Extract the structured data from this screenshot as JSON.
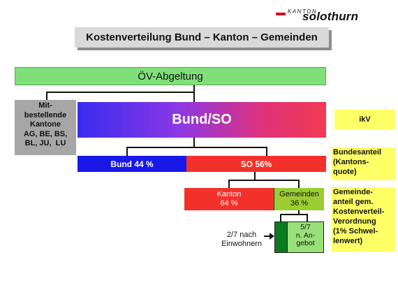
{
  "logo": {
    "kanton": "KANTON",
    "name": "solothurn"
  },
  "title": "Kostenverteilung Bund – Kanton – Gemeinden",
  "boxes": {
    "ov_abgeltung": "ÖV-Abgeltung",
    "mitbestellende": [
      "Mit-",
      "bestellende",
      "Kantone",
      "AG, BE, BS,",
      "BL, JU,  LU"
    ],
    "bund_so": "Bund/SO",
    "bund_44": "Bund 44 %",
    "so_56": "SO 56%",
    "kanton_64": [
      "Kanton",
      "64 %"
    ],
    "gemeinden_36": [
      "Gemeinden",
      "36 %"
    ],
    "share_57": [
      "5/7",
      "n. An-",
      "gebot"
    ],
    "note_27": [
      "2/7 nach",
      "Einwohnern"
    ]
  },
  "side_labels": {
    "ikv": "ikV",
    "bundesanteil": [
      "Bundesanteil",
      "(Kantons-",
      "quote)"
    ],
    "gemeindeanteil": [
      "Gemeinde-",
      "anteil gem.",
      "Kostenverteil-",
      "Verordnung",
      "(1% Schwel-",
      "lenwert)"
    ]
  },
  "colors": {
    "ov": "#7fe07a",
    "mit": "#a6a6a6",
    "bund": "#1818e8",
    "so": "#f2322a",
    "gemeinden": "#9acd32",
    "dark_green": "#0a7a1e",
    "light_green": "#9ae07a",
    "label_bg": "#ffff66"
  }
}
